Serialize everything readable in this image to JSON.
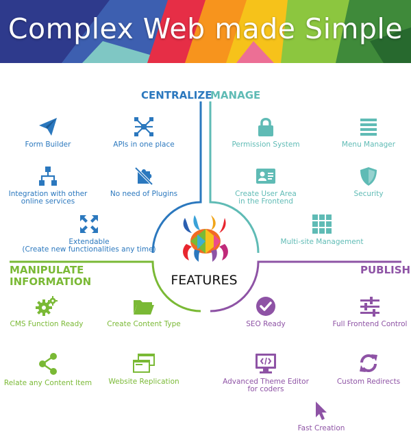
{
  "banner": {
    "title": "Complex Web made Simple"
  },
  "center": {
    "label": "FEATURES"
  },
  "sections": {
    "centralize": {
      "title": "CENTRALIZE",
      "color": "#2b78be"
    },
    "manage": {
      "title": "MANAGE",
      "color": "#5fbbb5"
    },
    "manipulate": {
      "title_line1": "MANIPULATE",
      "title_line2": "INFORMATION",
      "color": "#7ab935"
    },
    "publish": {
      "title": "PUBLISH",
      "color": "#8e53a5"
    }
  },
  "features": {
    "form_builder": {
      "label": "Form Builder",
      "icon": "paper-plane-icon"
    },
    "apis": {
      "label": "APIs in one place",
      "icon": "network-icon"
    },
    "integration": {
      "label": "Integration with other\nonline services",
      "icon": "sitemap-icon"
    },
    "no_plugins": {
      "label": "No need of Plugins",
      "icon": "no-plugin-icon"
    },
    "extendable": {
      "label": "Extendable\n(Create new functionalities any time)",
      "icon": "expand-icon"
    },
    "permission": {
      "label": "Permission System",
      "icon": "lock-icon"
    },
    "menu_manager": {
      "label": "Menu Manager",
      "icon": "menu-icon"
    },
    "user_area": {
      "label": "Create User Area\nin the Frontend",
      "icon": "user-card-icon"
    },
    "security": {
      "label": "Security",
      "icon": "shield-icon"
    },
    "multisite": {
      "label": "Multi-site Management",
      "icon": "grid-icon"
    },
    "cms_function": {
      "label": "CMS Function Ready",
      "icon": "gears-icon"
    },
    "content_type": {
      "label": "Create Content Type",
      "icon": "folder-icon"
    },
    "relate_content": {
      "label": "Relate any Content Item",
      "icon": "share-icon"
    },
    "replication": {
      "label": "Website Replication",
      "icon": "windows-icon"
    },
    "seo": {
      "label": "SEO Ready",
      "icon": "check-circle-icon"
    },
    "frontend_control": {
      "label": "Full Frontend Control",
      "icon": "sliders-icon"
    },
    "theme_editor": {
      "label": "Advanced Theme Editor\nfor coders",
      "icon": "code-monitor-icon"
    },
    "redirects": {
      "label": "Custom Redirects",
      "icon": "refresh-icon"
    },
    "fast_creation": {
      "label": "Fast Creation",
      "icon": "cursor-icon"
    }
  }
}
